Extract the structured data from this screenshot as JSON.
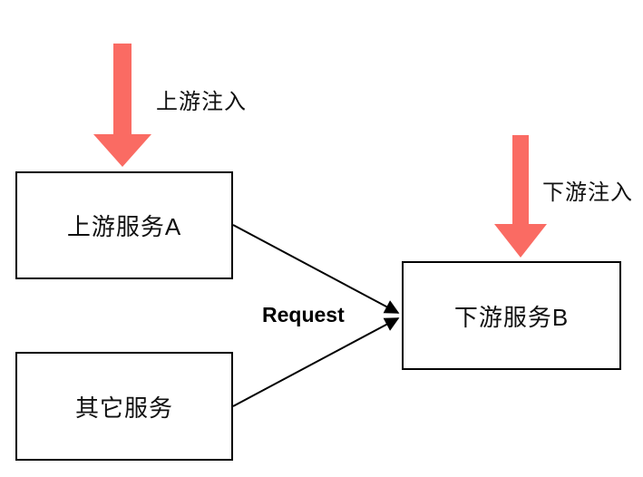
{
  "diagram": {
    "nodes": [
      {
        "id": "upstream-service-a",
        "label": "上游服务A"
      },
      {
        "id": "other-service",
        "label": "其它服务"
      },
      {
        "id": "downstream-service-b",
        "label": "下游服务B"
      }
    ],
    "labels": {
      "upstream_inject": "上游注入",
      "downstream_inject": "下游注入",
      "request": "Request"
    },
    "colors": {
      "inject_arrow_red": "#FA6B63",
      "connector_black": "#000000",
      "node_border": "#000000",
      "background": "#FFFFFF"
    }
  }
}
